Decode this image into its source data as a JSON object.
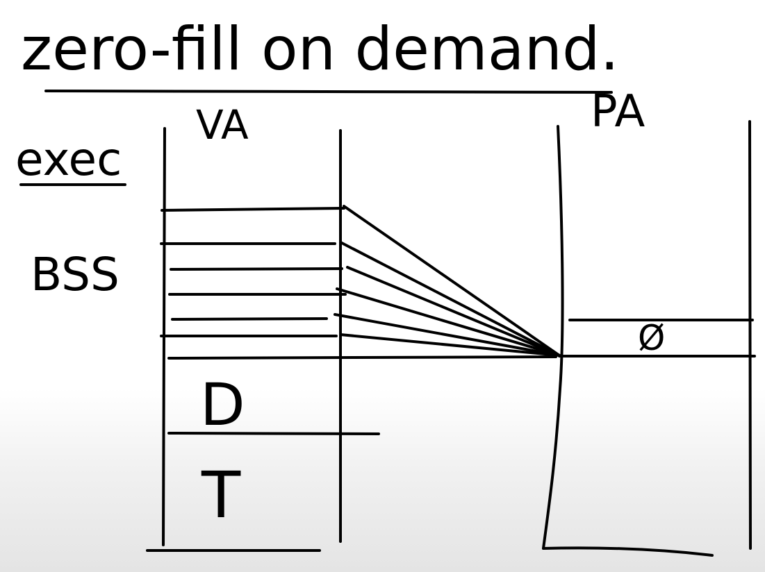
{
  "title": "zero-fill on demand.",
  "label_va": "VA",
  "label_pa": "PA",
  "label_exec": "exec",
  "label_bss": "BSS",
  "label_data": "D",
  "label_text": "T",
  "label_zero": "Ø",
  "colors": {
    "ink": "#000000",
    "background": "#ffffff"
  }
}
